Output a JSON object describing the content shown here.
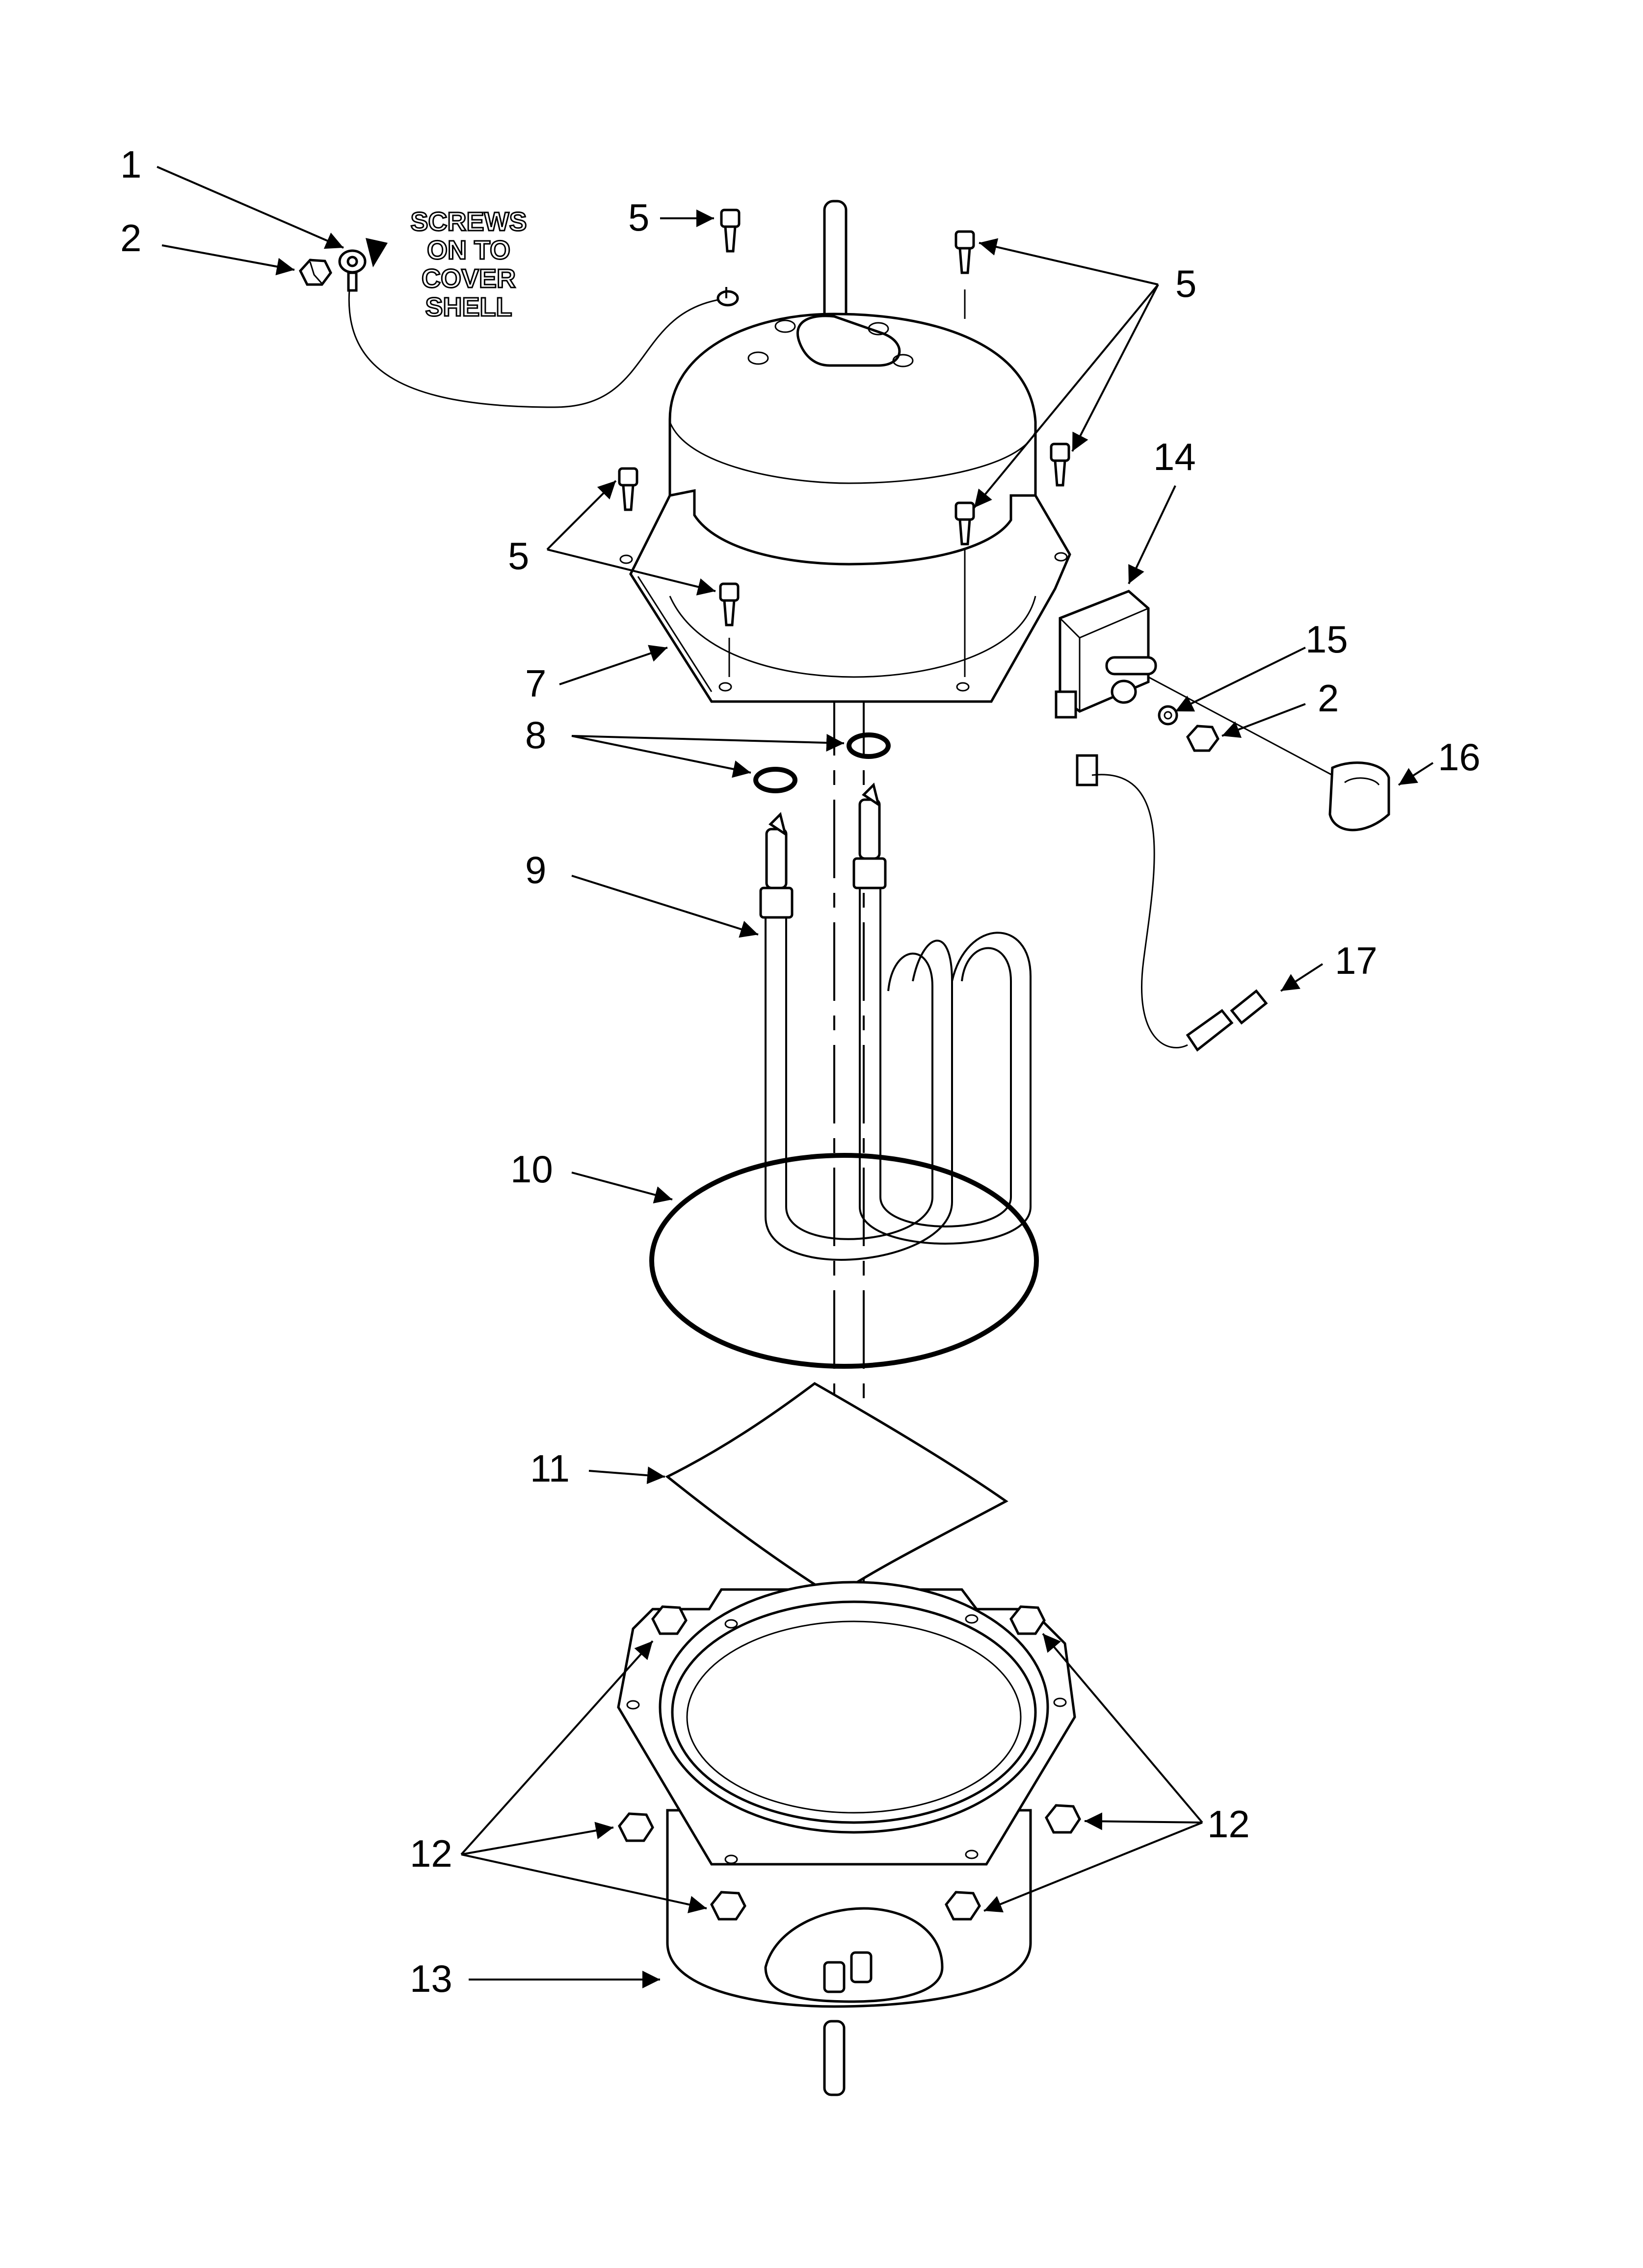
{
  "callouts": {
    "c1": "1",
    "c2_top": "2",
    "c5_top_small": "5",
    "c5_top_right": "5",
    "c14": "14",
    "c5_left": "5",
    "c15": "15",
    "c2_right": "2",
    "c7": "7",
    "c8": "8",
    "c16": "16",
    "c9": "9",
    "c17": "17",
    "c10": "10",
    "c11": "11",
    "c12_left": "12",
    "c12_right": "12",
    "c13": "13"
  },
  "note": {
    "line1": "SCREWS",
    "line2": "ON TO",
    "line3": "COVER",
    "line4": "SHELL"
  }
}
